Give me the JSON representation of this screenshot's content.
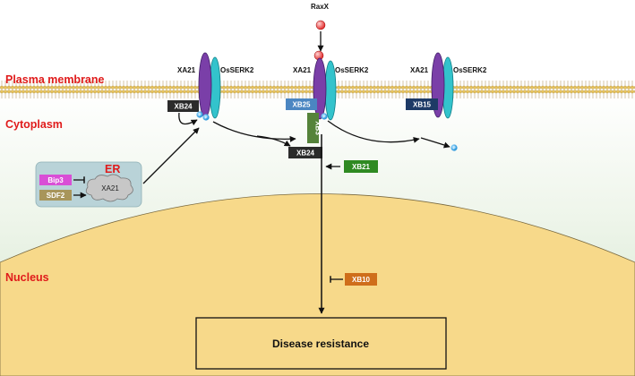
{
  "regions": {
    "plasma_membrane": "Plasma membrane",
    "cytoplasm": "Cytoplasm",
    "nucleus": "Nucleus",
    "er": "ER"
  },
  "ligand": "RaxX",
  "receptors": {
    "xa21": "XA21",
    "osserk2": "OsSERK2"
  },
  "proteins": {
    "xb24": "XB24",
    "xb25": "XB25",
    "xb3": "XB3",
    "xb15": "XB15",
    "xb21": "XB21",
    "xb10": "XB10",
    "bip3": "Bip3",
    "sdf2": "SDF2",
    "er_xa21": "XA21"
  },
  "phospho": "P",
  "outcome": "Disease resistance",
  "colors": {
    "region_label": "#e01b1b",
    "xa21_receptor": "#7a3fa8",
    "osserk2_receptor": "#33c3cc",
    "xb24": "#2b2b2b",
    "xb25": "#4b86c2",
    "xb3": "#55833a",
    "xb15": "#1d3a66",
    "xb21": "#2f8a22",
    "xb10": "#cf6e1b",
    "bip3": "#d94fd6",
    "sdf2": "#a8955a",
    "nucleus": "#f7d98a",
    "ligand": "#e02020"
  }
}
